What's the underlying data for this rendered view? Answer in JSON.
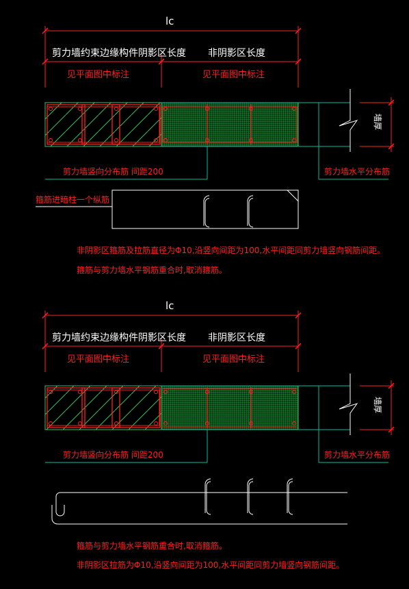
{
  "colors": {
    "bg": "#000000",
    "red": "#ff2020",
    "green": "#00c0a0",
    "white": "#ffffff",
    "hatch": "#40c060",
    "mesh": "#1a9a3a"
  },
  "top": {
    "lc_label": "lc",
    "header_left": "剪力墙约束边缘构件阴影区长度",
    "header_right": "非阴影区长度",
    "note_left": "见平面图中标注",
    "note_right": "见平面图中标注",
    "wall_thickness_label": "墙厚",
    "label_vertical": "剪力墙竖向分布筋  间距200",
    "label_horizontal": "剪力墙水平分布筋",
    "label_hook": "箍筋进暗柱一个纵筋",
    "notes": [
      "非阴影区箍筋及拉筋直径为Φ10,沿竖向间距为100,水平间距同剪力墙竖向钢筋间距。",
      "箍筋与剪力墙水平钢筋重合时,取消箍筋。"
    ]
  },
  "bottom": {
    "lc_label": "lc",
    "header_left": "剪力墙约束边缘构件阴影区长度",
    "header_right": "非阴影区长度",
    "note_left": "见平面图中标注",
    "note_right": "见平面图中标注",
    "wall_thickness_label": "墙厚",
    "label_vertical": "剪力墙竖向分布筋  间距200",
    "label_horizontal": "剪力墙水平分布筋",
    "notes": [
      "箍筋与剪力墙水平钢筋重合时,取消箍筋。",
      "非阴影区拉筋为Φ10,沿竖向间距为100,水平间距同剪力墙竖向钢筋间距。"
    ]
  }
}
